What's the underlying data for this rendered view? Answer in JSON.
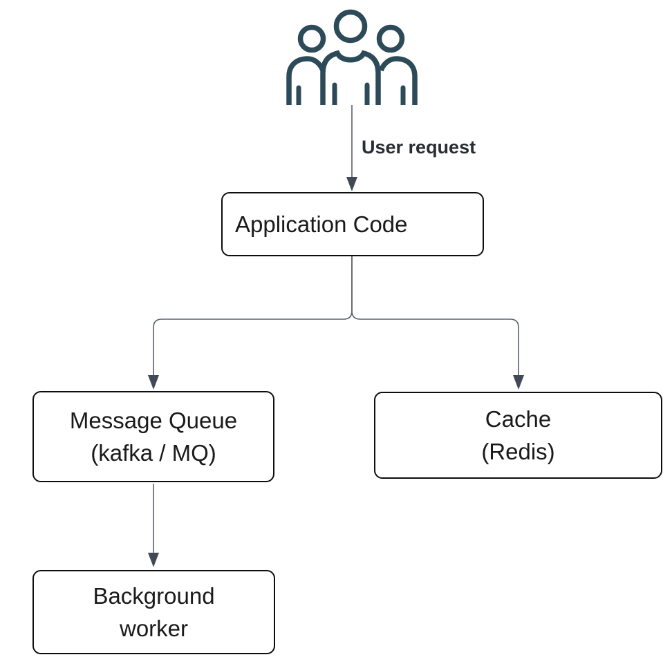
{
  "diagram": {
    "label_user_request": "User request",
    "nodes": {
      "app": {
        "label": "Application Code"
      },
      "mq": {
        "line1": "Message Queue",
        "line2": "(kafka / MQ)"
      },
      "cache": {
        "line1": "Cache",
        "line2": "(Redis)"
      },
      "worker": {
        "line1": "Background",
        "line2": "worker"
      }
    },
    "icons": {
      "top": "users-group-icon"
    },
    "colors": {
      "background": "#ffffff",
      "icon": "#2d4a59",
      "connector": "#5a616e",
      "arrowhead": "#414956",
      "box_border": "#0d0d0d",
      "box_fill": "#ffffff",
      "text": "#1a1a1a",
      "label": "#282c33"
    }
  }
}
